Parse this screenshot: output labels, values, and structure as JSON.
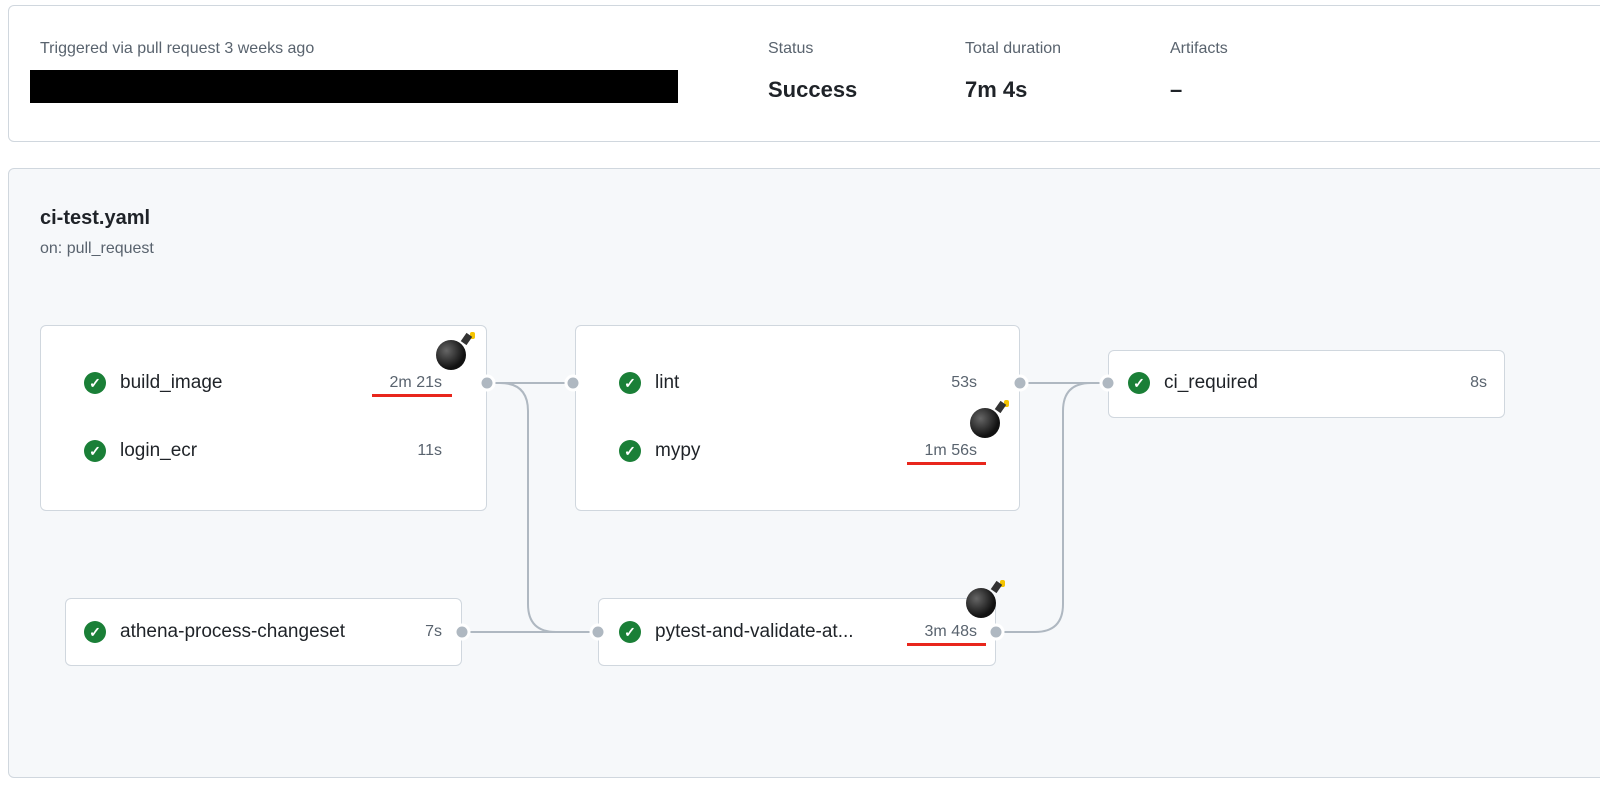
{
  "summary": {
    "trigger": "Triggered via pull request 3 weeks ago",
    "status_label": "Status",
    "status": "Success",
    "duration_label": "Total duration",
    "duration": "7m 4s",
    "artifacts_label": "Artifacts",
    "artifacts": "–"
  },
  "workflow": {
    "name": "ci-test.yaml",
    "trigger": "on: pull_request"
  },
  "jobs": {
    "build_image": {
      "name": "build_image",
      "duration": "2m 21s"
    },
    "login_ecr": {
      "name": "login_ecr",
      "duration": "11s"
    },
    "lint": {
      "name": "lint",
      "duration": "53s"
    },
    "mypy": {
      "name": "mypy",
      "duration": "1m 56s"
    },
    "ci_required": {
      "name": "ci_required",
      "duration": "8s"
    },
    "athena": {
      "name": "athena-process-changeset",
      "duration": "7s"
    },
    "pytest": {
      "name": "pytest-and-validate-at...",
      "duration": "3m 48s"
    }
  },
  "colors": {
    "success": "#1a7f37",
    "highlight": "#e8261c"
  }
}
